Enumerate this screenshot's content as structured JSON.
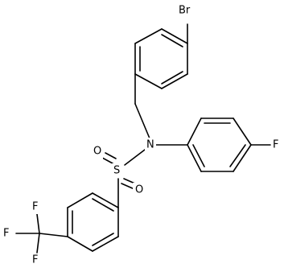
{
  "molecule": {
    "labels": {
      "br": "Br",
      "f_aryl": "F",
      "n": "N",
      "s": "S",
      "o_top": "O",
      "o_bottom": "O",
      "cf3_f_left": "F",
      "cf3_f_top": "F",
      "cf3_f_bottom": "F"
    }
  }
}
